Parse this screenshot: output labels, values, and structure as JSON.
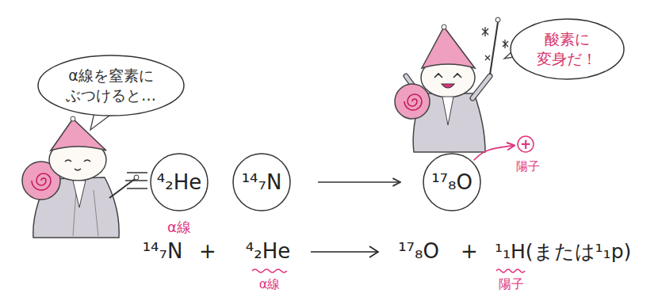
{
  "diagram": {
    "nodes": [
      {
        "text": [
          "α線を窒素に ぶつけると…"
        ]
      },
      {
        "text": [
          "⁴₂He"
        ]
      },
      {
        "text": [
          "¹⁴₇N"
        ]
      },
      {
        "text": [
          "¹⁷₈O"
        ]
      },
      {
        "text": [
          "+"
        ]
      },
      {
        "text": [
          "酸素に 変身だ！"
        ]
      }
    ],
    "edges": [
      {
        "from": 2,
        "to": 3,
        "arrow": "to"
      },
      {
        "from": 3,
        "to": 4,
        "arrow": "to"
      }
    ],
    "labels": [
      "α線",
      "陽子",
      "¹⁴₇N",
      "+",
      "⁴₂He",
      "¹⁷₈O",
      "+",
      "¹₁H(または¹₁p)",
      "α線",
      "陽子"
    ]
  }
}
